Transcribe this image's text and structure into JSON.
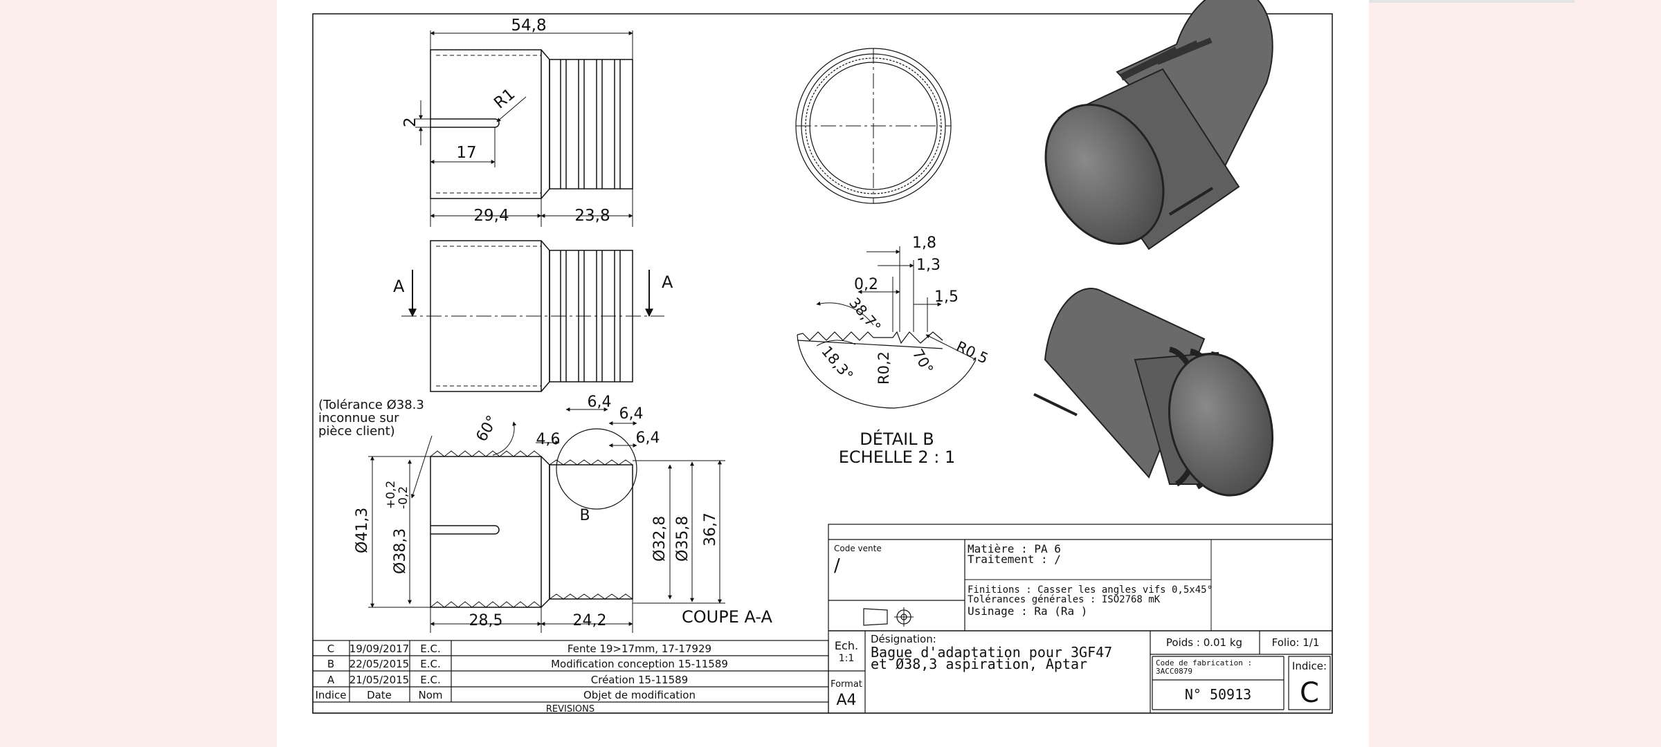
{
  "drawing": {
    "views": {
      "front_dims": {
        "overall": "54,8",
        "left_len": "29,4",
        "right_len": "23,8",
        "slot_len": "17",
        "slot_width": "2",
        "slot_radius": "R1"
      },
      "side_labels": {
        "cut_left": "A",
        "cut_right": "A"
      },
      "section": {
        "title": "COUPE A-A",
        "tolerance_note": [
          "(Tolérance Ø38.3",
          "inconnue sur",
          "pièce client)"
        ],
        "angle": "60°",
        "dims_top": [
          "4,6",
          "6,4",
          "6,4",
          "6,4"
        ],
        "dia_outer": "Ø41,3",
        "dia_bore": "Ø38,3",
        "tol_plus": "+0,2",
        "tol_minus": "-0,2",
        "dia_right_inner": "Ø32,8",
        "dia_right_mid": "Ø35,8",
        "dia_right_outer": "36,7",
        "len_left": "28,5",
        "len_right": "24,2",
        "detail_marker": "B"
      },
      "detail": {
        "title": "DÉTAIL B",
        "scale": "ECHELLE 2 : 1",
        "dims": [
          "1,8",
          "1,3",
          "0,2",
          "1,5",
          "38,7°",
          "18,3°",
          "R0,2",
          "70°",
          "R0,5"
        ]
      }
    },
    "revisions": {
      "footer": "REVISIONS",
      "headers": [
        "Indice",
        "Date",
        "Nom",
        "Objet de modification"
      ],
      "rows": [
        {
          "indice": "C",
          "date": "19/09/2017",
          "nom": "E.C.",
          "objet": "Fente 19>17mm, 17-17929"
        },
        {
          "indice": "B",
          "date": "22/05/2015",
          "nom": "E.C.",
          "objet": "Modification conception 15-11589"
        },
        {
          "indice": "A",
          "date": "21/05/2015",
          "nom": "E.C.",
          "objet": "Création 15-11589"
        }
      ]
    },
    "title_block": {
      "code_vente_label": "Code vente",
      "code_vente_value": "/",
      "matiere": "Matière : PA 6",
      "traitement": "Traitement : /",
      "finitions": "Finitions : Casser les angles vifs 0,5x45°",
      "tolerances": "Tolérances générales : ISO2768 mK",
      "usinage": "Usinage : Ra (Ra )",
      "ech_label": "Ech.",
      "ech_value": "1:1",
      "format_label": "Format",
      "format_value": "A4",
      "designation_label": "Désignation:",
      "designation_line1": "Bague d'adaptation pour 3GF47",
      "designation_line2": "et Ø38,3 aspiration, Aptar",
      "poids": "Poids : 0.01 kg",
      "folio": "Folio: 1/1",
      "code_fab_label": "Code de fabrication :",
      "code_fab_value": "3ACC0879",
      "numero": "N° 50913",
      "indice_label": "Indice:",
      "indice_value": "C"
    }
  }
}
